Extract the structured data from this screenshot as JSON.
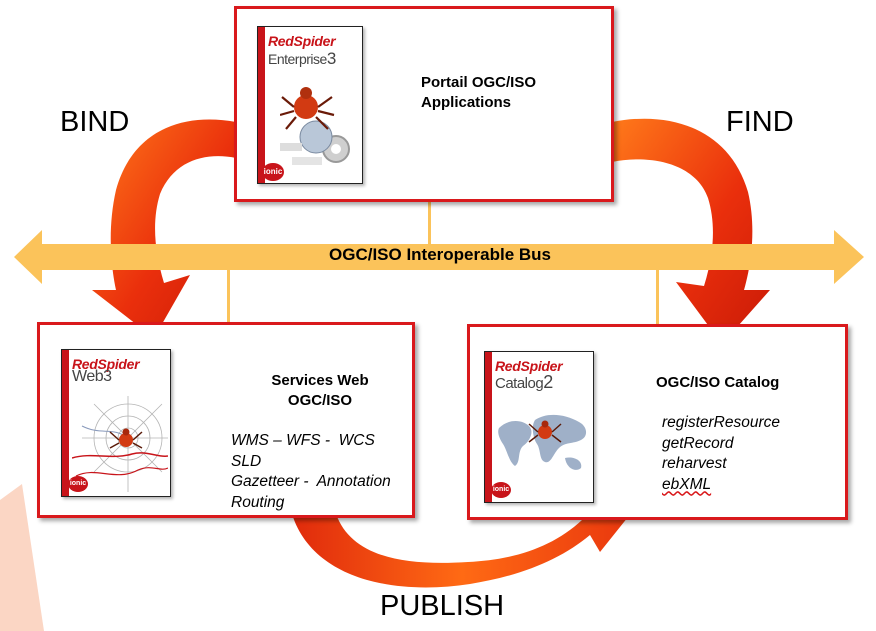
{
  "labels": {
    "bind": "BIND",
    "find": "FIND",
    "publish": "PUBLISH"
  },
  "bus": {
    "label": "OGC/ISO Interoperable Bus"
  },
  "portal": {
    "title_line1": "Portail OGC/ISO",
    "title_line2": "Applications",
    "cover": {
      "brand": "RedSpider",
      "product": "Enterprise",
      "version": "3",
      "logo": "ionic"
    }
  },
  "services": {
    "title_line1": "Services Web",
    "title_line2": "OGC/ISO",
    "items": [
      "WMS – WFS -  WCS",
      "SLD",
      "Gazetteer -  Annotation",
      "Routing"
    ],
    "cover": {
      "brand": "RedSpider",
      "product": "Web",
      "version": "3",
      "logo": "ionic"
    }
  },
  "catalog": {
    "title": "OGC/ISO Catalog",
    "items": [
      "registerResource",
      "getRecord",
      "reharvest",
      "ebXML"
    ],
    "cover": {
      "brand": "RedSpider",
      "product": "Catalog",
      "version": "2",
      "logo": "ionic"
    }
  },
  "colors": {
    "box_border": "#d9191c",
    "arrow_red": "#e8340f",
    "bus": "#fbc35a"
  }
}
